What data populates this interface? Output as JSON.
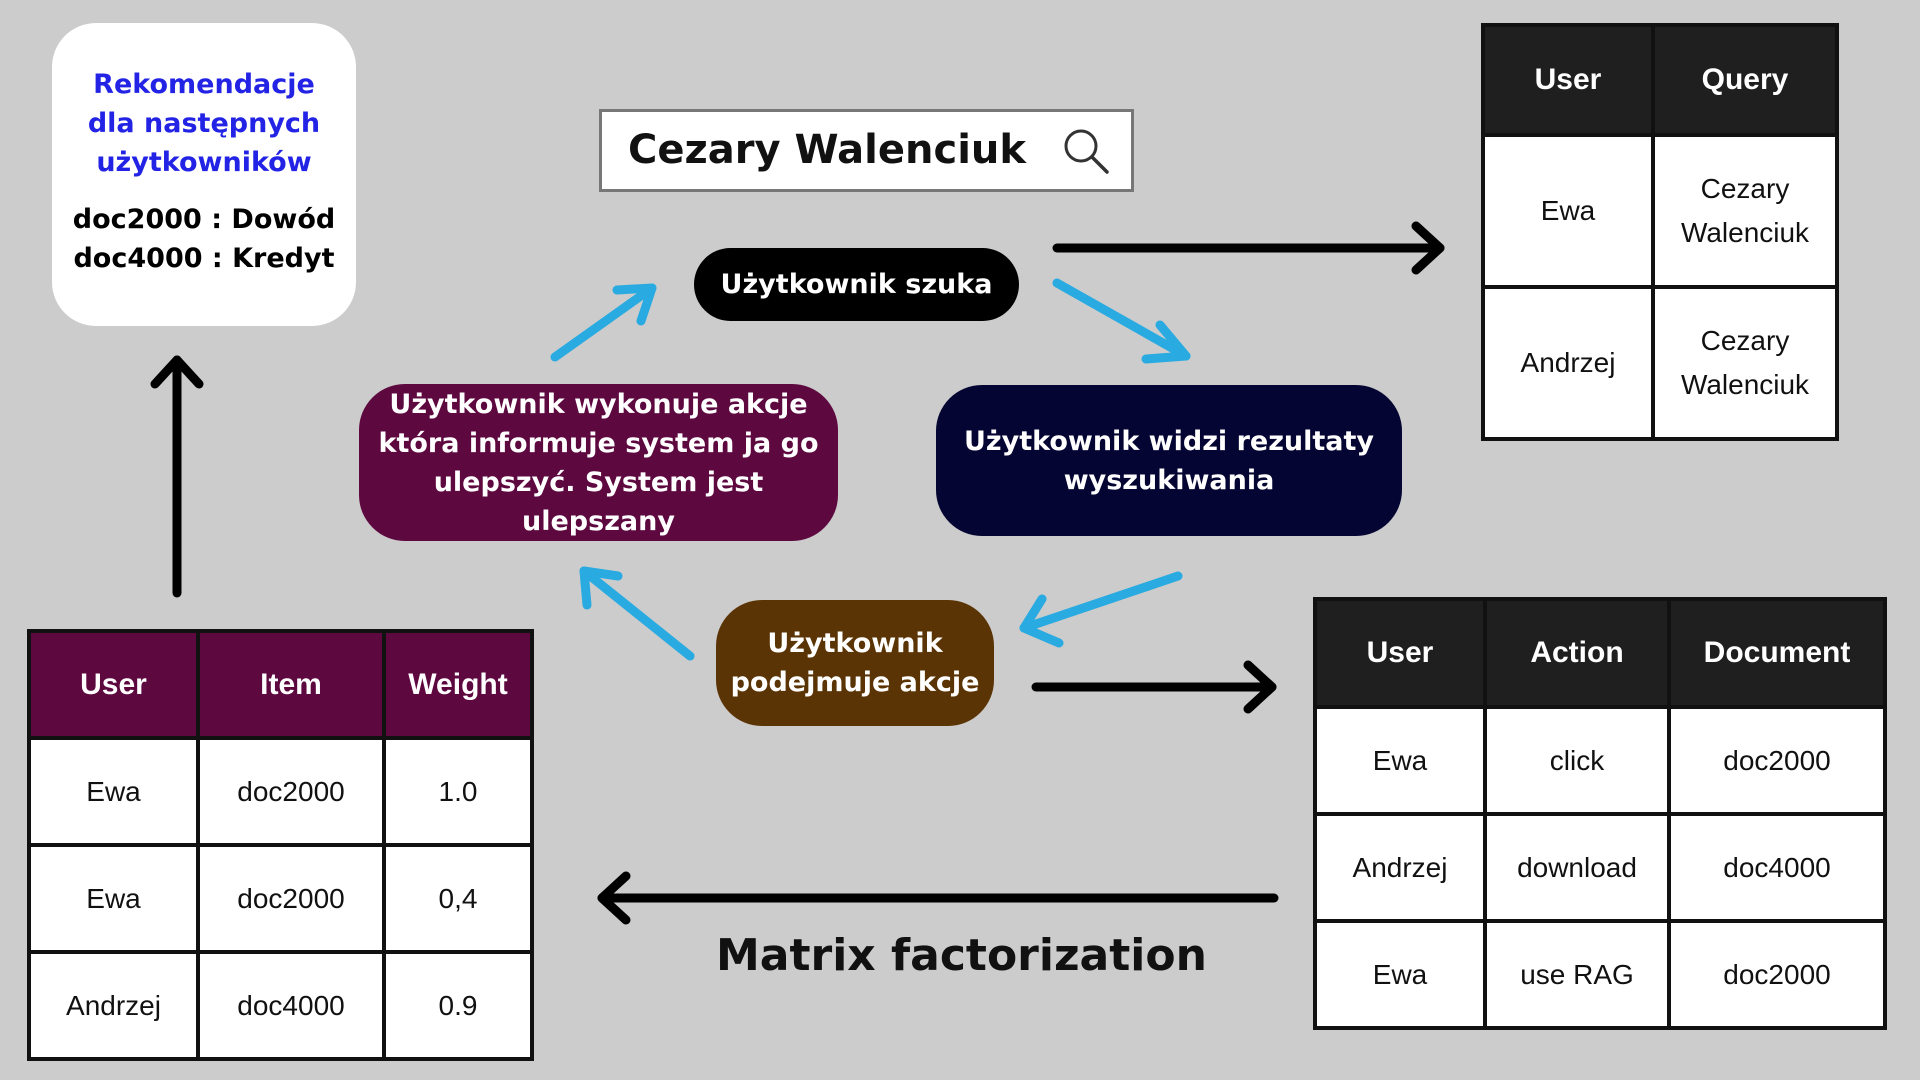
{
  "recommendations": {
    "title_lines": [
      "Rekomendacje",
      "dla następnych",
      "użytkowników"
    ],
    "items": [
      "doc2000 : Dowód",
      "doc4000 : Kredyt"
    ],
    "title_color": "#2323e6"
  },
  "search": {
    "query": "Cezary Walenciuk",
    "icon": "magnifier-icon"
  },
  "steps": {
    "search": "Użytkownik szuka",
    "results_lines": [
      "Użytkownik widzi rezultaty",
      "wyszukiwania"
    ],
    "action_lines": [
      "Użytkownik",
      "podejmuje akcje"
    ],
    "improve_lines": [
      "Użytkownik wykonuje akcje",
      "która informuje system ja go",
      "ulepszyć. System jest ulepszany"
    ]
  },
  "query_table": {
    "headers": [
      "User",
      "Query"
    ],
    "rows": [
      [
        "Ewa",
        [
          "Cezary",
          "Walenciuk"
        ]
      ],
      [
        "Andrzej",
        [
          "Cezary",
          "Walenciuk"
        ]
      ]
    ]
  },
  "actions_table": {
    "headers": [
      "User",
      "Action",
      "Document"
    ],
    "rows": [
      [
        "Ewa",
        "click",
        "doc2000"
      ],
      [
        "Andrzej",
        "download",
        "doc4000"
      ],
      [
        "Ewa",
        "use RAG",
        "doc2000"
      ]
    ]
  },
  "weights_table": {
    "headers": [
      "User",
      "Item",
      "Weight"
    ],
    "rows": [
      [
        "Ewa",
        "doc2000",
        "1.0"
      ],
      [
        "Ewa",
        "doc2000",
        "0,4"
      ],
      [
        "Andrzej",
        "doc4000",
        "0.9"
      ]
    ]
  },
  "matrix_label": "Matrix factorization",
  "colors": {
    "background": "#cccccc",
    "cycle_arrow": "#29abe2",
    "flow_arrow": "#000000",
    "pill_search": "#000000",
    "pill_results": "#050533",
    "pill_action": "#5b3405",
    "pill_improve": "#5e0840"
  }
}
